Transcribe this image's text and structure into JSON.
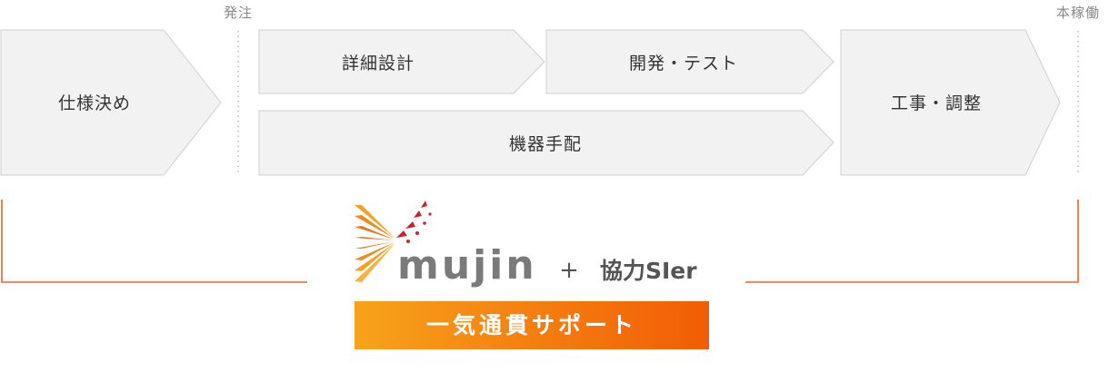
{
  "milestones": [
    {
      "label": "発注"
    },
    {
      "label": "本稼働"
    }
  ],
  "steps": [
    {
      "label": "仕様決め"
    },
    {
      "label": "詳細設計"
    },
    {
      "label": "開発・テスト"
    },
    {
      "label": "機器手配"
    },
    {
      "label": "工事・調整"
    }
  ],
  "support": {
    "logo_text": "mujin",
    "plus": "+",
    "partner": "協力SIer",
    "banner": "一気通貫サポート"
  },
  "colors": {
    "accent": "#e8642a",
    "banner_start": "#f7a21b",
    "banner_end": "#f25c05",
    "box_fill": "#f2f2f2",
    "box_stroke": "#cfcfcf"
  }
}
